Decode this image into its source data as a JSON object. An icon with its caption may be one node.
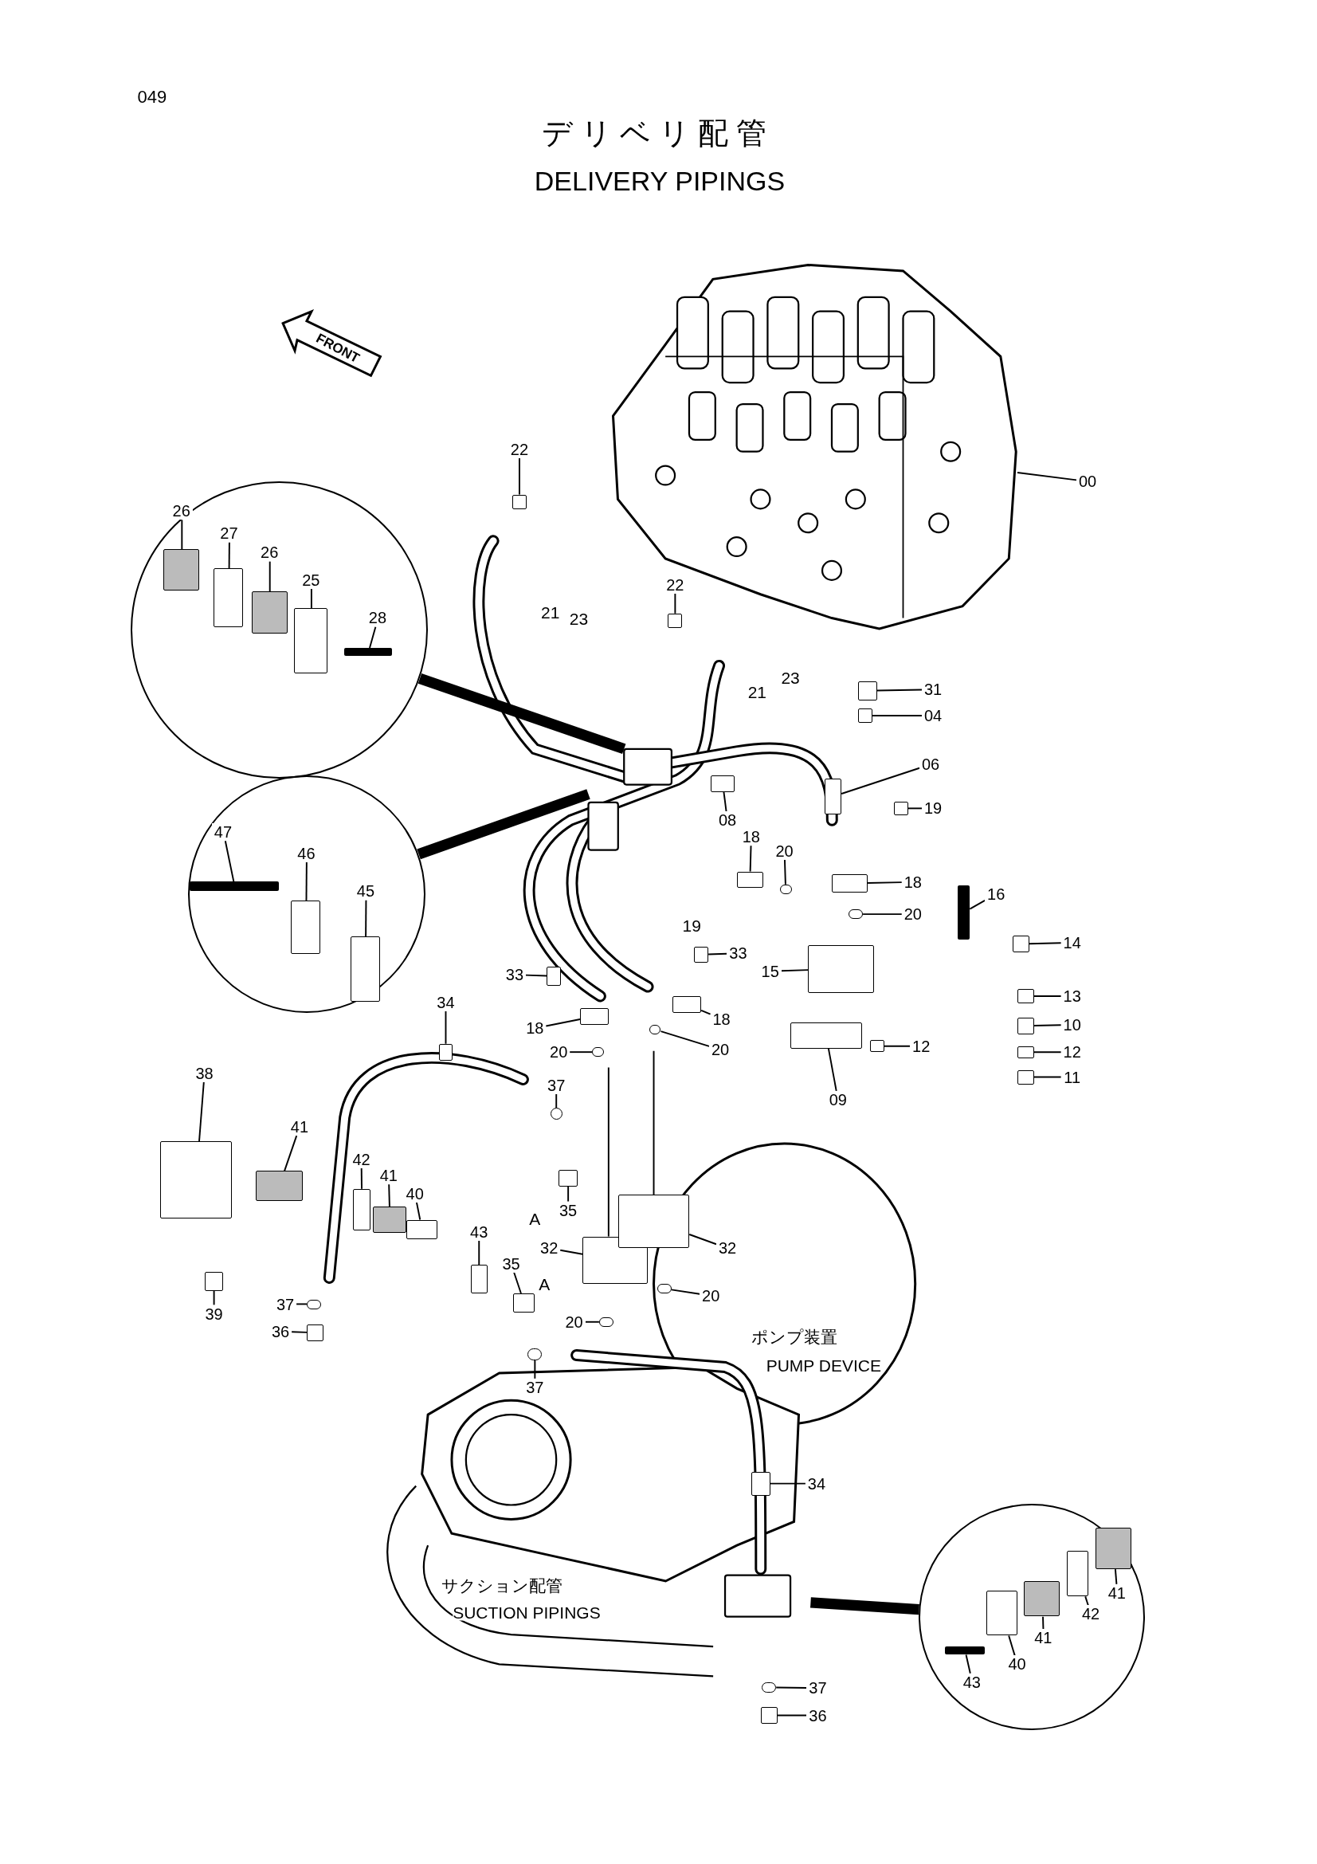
{
  "diagram": {
    "title": "デリベリ配管",
    "nodes": [
      {
        "text": [
          "00"
        ]
      },
      {
        "text": [
          "22"
        ]
      },
      {
        "text": [],
        "shape": "circle"
      },
      {
        "text": [
          "26"
        ],
        "in": 2
      },
      {
        "text": [
          "27"
        ],
        "in": 2
      },
      {
        "text": [
          "26"
        ],
        "in": 2
      },
      {
        "text": [
          "25"
        ],
        "in": 2
      },
      {
        "text": [
          "28"
        ],
        "in": 2
      },
      {
        "text": [
          "22"
        ]
      },
      {
        "text": [
          "31"
        ]
      },
      {
        "text": [
          "04"
        ]
      },
      {
        "text": [
          "06"
        ]
      },
      {
        "text": [],
        "shape": "circle"
      },
      {
        "text": [
          "47"
        ],
        "in": 12
      },
      {
        "text": [
          "46"
        ],
        "in": 12
      },
      {
        "text": [
          "45"
        ],
        "in": 12
      },
      {
        "text": [
          "08"
        ]
      },
      {
        "text": [
          "19"
        ]
      },
      {
        "text": [
          "18"
        ]
      },
      {
        "text": [
          "20"
        ]
      },
      {
        "text": [
          "18"
        ]
      },
      {
        "text": [
          "16"
        ]
      },
      {
        "text": [
          "20"
        ]
      },
      {
        "text": [
          "14"
        ]
      },
      {
        "text": [
          "15"
        ]
      },
      {
        "text": [
          "13"
        ]
      },
      {
        "text": [
          "33"
        ]
      },
      {
        "text": [
          "33"
        ]
      },
      {
        "text": [
          "34"
        ]
      },
      {
        "text": [
          "18"
        ]
      },
      {
        "text": [
          "18"
        ]
      },
      {
        "text": [
          "10"
        ]
      },
      {
        "text": [
          "20"
        ]
      },
      {
        "text": [
          "20"
        ]
      },
      {
        "text": [
          "12"
        ]
      },
      {
        "text": [
          "12"
        ]
      },
      {
        "text": [
          "11"
        ]
      },
      {
        "text": [
          "38"
        ]
      },
      {
        "text": [
          "37"
        ]
      },
      {
        "text": [
          "09"
        ]
      },
      {
        "text": [
          "41"
        ]
      },
      {
        "text": [
          "42"
        ]
      },
      {
        "text": [
          "41"
        ]
      },
      {
        "text": [
          "40"
        ]
      },
      {
        "text": [
          "35"
        ]
      },
      {
        "text": [
          "43"
        ]
      },
      {
        "text": [
          "32"
        ]
      },
      {
        "text": [
          "32"
        ]
      },
      {
        "text": [
          "35"
        ]
      },
      {
        "text": [
          "20"
        ]
      },
      {
        "text": [
          "37"
        ]
      },
      {
        "text": [
          "39"
        ]
      },
      {
        "text": [
          "20"
        ]
      },
      {
        "text": [
          "36"
        ]
      },
      {
        "text": [
          "37"
        ]
      },
      {
        "text": [
          "34"
        ]
      },
      {
        "text": [],
        "shape": "circle"
      },
      {
        "text": [
          "41"
        ],
        "in": 56
      },
      {
        "text": [
          "42"
        ],
        "in": 56
      },
      {
        "text": [
          "41"
        ],
        "in": 56
      },
      {
        "text": [
          "40"
        ],
        "in": 56
      },
      {
        "text": [
          "43"
        ],
        "in": 56
      },
      {
        "text": [
          "37"
        ]
      },
      {
        "text": [
          "36"
        ]
      },
      {
        "text": [],
        "shape": "picture"
      },
      {
        "text": [],
        "shape": "box"
      },
      {
        "text": [],
        "shape": "box",
        "in": 2
      },
      {
        "text": [],
        "shape": "box",
        "in": 2
      },
      {
        "text": [],
        "shape": "box",
        "in": 2
      },
      {
        "text": [],
        "shape": "box",
        "in": 2
      },
      {
        "text": [],
        "shape": "bar",
        "in": 2
      },
      {
        "text": [],
        "shape": "box"
      },
      {
        "text": [],
        "shape": "box"
      },
      {
        "text": [],
        "shape": "box"
      },
      {
        "text": [],
        "shape": "box"
      },
      {
        "text": [],
        "shape": "bar",
        "in": 12
      },
      {
        "text": [],
        "shape": "box",
        "in": 12
      },
      {
        "text": [],
        "shape": "box",
        "in": 12
      },
      {
        "text": [],
        "shape": "box"
      },
      {
        "text": [],
        "shape": "box"
      },
      {
        "text": [],
        "shape": "box"
      },
      {
        "text": [],
        "shape": "circle"
      },
      {
        "text": [],
        "shape": "box"
      },
      {
        "text": [],
        "shape": "bar"
      },
      {
        "text": [],
        "shape": "circle"
      },
      {
        "text": [],
        "shape": "box"
      },
      {
        "text": [],
        "shape": "box"
      },
      {
        "text": [],
        "shape": "box"
      },
      {
        "text": [],
        "shape": "box"
      },
      {
        "text": [],
        "shape": "box"
      },
      {
        "text": [],
        "shape": "box"
      },
      {
        "text": [],
        "shape": "box"
      },
      {
        "text": [],
        "shape": "box"
      },
      {
        "text": [],
        "shape": "box"
      },
      {
        "text": [],
        "shape": "circle"
      },
      {
        "text": [],
        "shape": "circle"
      },
      {
        "text": [],
        "shape": "box"
      },
      {
        "text": [],
        "shape": "box"
      },
      {
        "text": [],
        "shape": "box"
      },
      {
        "text": [],
        "shape": "box"
      },
      {
        "text": [],
        "shape": "circle"
      },
      {
        "text": [],
        "shape": "box"
      },
      {
        "text": [],
        "shape": "box"
      },
      {
        "text": [],
        "shape": "box"
      },
      {
        "text": [],
        "shape": "box"
      },
      {
        "text": [],
        "shape": "box"
      },
      {
        "text": [],
        "shape": "box"
      },
      {
        "text": [],
        "shape": "box"
      },
      {
        "text": [],
        "shape": "box"
      },
      {
        "text": [],
        "shape": "box"
      },
      {
        "text": [],
        "shape": "box"
      },
      {
        "text": [],
        "shape": "circle"
      },
      {
        "text": [],
        "shape": "circle"
      },
      {
        "text": [],
        "shape": "box"
      },
      {
        "text": [],
        "shape": "circle"
      },
      {
        "text": [],
        "shape": "box"
      },
      {
        "text": [],
        "shape": "circle"
      },
      {
        "text": [],
        "shape": "box"
      },
      {
        "text": [],
        "shape": "box",
        "in": 56
      },
      {
        "text": [],
        "shape": "box",
        "in": 56
      },
      {
        "text": [],
        "shape": "box",
        "in": 56
      },
      {
        "text": [],
        "shape": "box",
        "in": 56
      },
      {
        "text": [],
        "shape": "bar",
        "in": 56
      },
      {
        "text": [],
        "shape": "circle"
      },
      {
        "text": [],
        "shape": "box"
      }
    ],
    "edges": [
      {
        "from": 0,
        "to": 64,
        "arrow": "none"
      },
      {
        "from": 1,
        "to": 65,
        "arrow": "none"
      },
      {
        "from": 2,
        "to": null,
        "arrow": "none",
        "style": "thick"
      },
      {
        "from": 3,
        "to": 66,
        "arrow": "none"
      },
      {
        "from": 4,
        "to": 67,
        "arrow": "none"
      },
      {
        "from": 5,
        "to": 68,
        "arrow": "none"
      },
      {
        "from": 6,
        "to": 69,
        "arrow": "none"
      },
      {
        "from": 7,
        "to": 70,
        "arrow": "none"
      },
      {
        "from": 8,
        "to": 71,
        "arrow": "none"
      },
      {
        "from": 9,
        "to": 72,
        "arrow": "none"
      },
      {
        "from": 10,
        "to": 73,
        "arrow": "none"
      },
      {
        "from": 11,
        "to": 74,
        "arrow": "none"
      },
      {
        "from": 12,
        "to": null,
        "arrow": "none",
        "style": "thick"
      },
      {
        "from": 13,
        "to": 75,
        "arrow": "none"
      },
      {
        "from": 14,
        "to": 76,
        "arrow": "none"
      },
      {
        "from": 15,
        "to": 77,
        "arrow": "none"
      },
      {
        "from": 16,
        "to": 78,
        "arrow": "none"
      },
      {
        "from": 17,
        "to": 79,
        "arrow": "none"
      },
      {
        "from": 18,
        "to": 80,
        "arrow": "none"
      },
      {
        "from": 19,
        "to": 81,
        "arrow": "none"
      },
      {
        "from": 20,
        "to": 82,
        "arrow": "none"
      },
      {
        "from": 21,
        "to": 83,
        "arrow": "none"
      },
      {
        "from": 22,
        "to": 84,
        "arrow": "none"
      },
      {
        "from": 23,
        "to": 85,
        "arrow": "none"
      },
      {
        "from": 24,
        "to": 86,
        "arrow": "none"
      },
      {
        "from": 25,
        "to": 87,
        "arrow": "none"
      },
      {
        "from": 26,
        "to": 88,
        "arrow": "none"
      },
      {
        "from": 27,
        "to": 89,
        "arrow": "none"
      },
      {
        "from": 28,
        "to": 90,
        "arrow": "none"
      },
      {
        "from": 29,
        "to": 91,
        "arrow": "none"
      },
      {
        "from": 30,
        "to": 92,
        "arrow": "none"
      },
      {
        "from": 31,
        "to": 93,
        "arrow": "none"
      },
      {
        "from": 32,
        "to": 94,
        "arrow": "none"
      },
      {
        "from": 33,
        "to": 95,
        "arrow": "none"
      },
      {
        "from": 34,
        "to": 96,
        "arrow": "none"
      },
      {
        "from": 35,
        "to": 97,
        "arrow": "none"
      },
      {
        "from": 36,
        "to": 98,
        "arrow": "none"
      },
      {
        "from": 37,
        "to": 99,
        "arrow": "none"
      },
      {
        "from": 38,
        "to": 100,
        "arrow": "none"
      },
      {
        "from": 39,
        "to": 101,
        "arrow": "none"
      },
      {
        "from": 40,
        "to": 102,
        "arrow": "none"
      },
      {
        "from": 41,
        "to": 103,
        "arrow": "none"
      },
      {
        "from": 42,
        "to": 104,
        "arrow": "none"
      },
      {
        "from": 43,
        "to": 105,
        "arrow": "none"
      },
      {
        "from": 44,
        "to": 106,
        "arrow": "none"
      },
      {
        "from": 45,
        "to": 107,
        "arrow": "none"
      },
      {
        "from": 46,
        "to": 108,
        "arrow": "none"
      },
      {
        "from": 47,
        "to": 109,
        "arrow": "none"
      },
      {
        "from": 48,
        "to": 110,
        "arrow": "none"
      },
      {
        "from": 49,
        "to": 111,
        "arrow": "none"
      },
      {
        "from": 50,
        "to": 112,
        "arrow": "none"
      },
      {
        "from": 51,
        "to": 113,
        "arrow": "none"
      },
      {
        "from": 52,
        "to": 114,
        "arrow": "none"
      },
      {
        "from": 53,
        "to": 115,
        "arrow": "none"
      },
      {
        "from": 54,
        "to": 116,
        "arrow": "none"
      },
      {
        "from": 55,
        "to": 117,
        "arrow": "none"
      },
      {
        "from": 56,
        "to": null,
        "arrow": "none",
        "style": "thick"
      },
      {
        "from": 57,
        "to": 118,
        "arrow": "none"
      },
      {
        "from": 58,
        "to": 119,
        "arrow": "none"
      },
      {
        "from": 59,
        "to": 120,
        "arrow": "none"
      },
      {
        "from": 60,
        "to": 121,
        "arrow": "none"
      },
      {
        "from": 61,
        "to": 122,
        "arrow": "none"
      },
      {
        "from": 62,
        "to": 123,
        "arrow": "none"
      },
      {
        "from": 63,
        "to": 124,
        "arrow": "none"
      }
    ],
    "labels": [
      "049",
      "DELIVERY PIPINGS",
      "FRONT",
      "21",
      "23",
      "21",
      "23",
      "19",
      "A",
      "A",
      "ポンプ装置",
      "PUMP DEVICE",
      "サクション配管",
      "SUCTION PIPINGS"
    ]
  }
}
